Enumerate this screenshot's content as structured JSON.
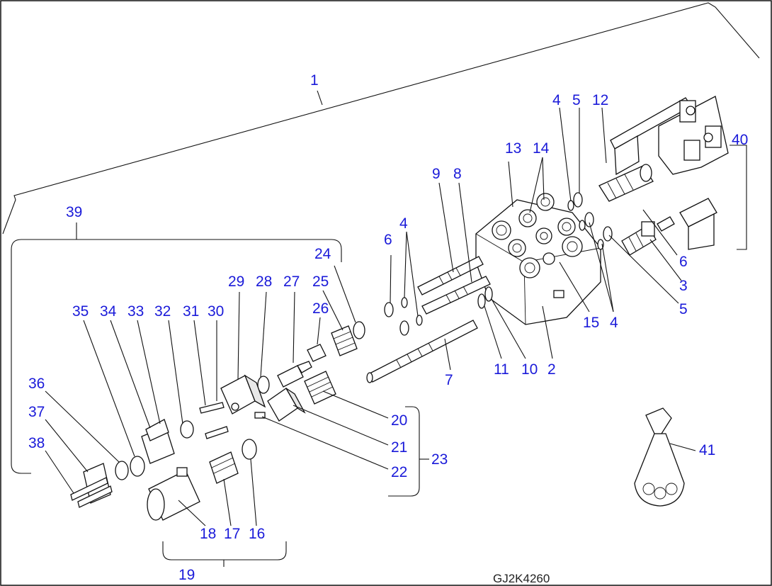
{
  "diagram": {
    "drawing_code": "GJ2K4260",
    "callouts": [
      "1",
      "2",
      "3",
      "4",
      "5",
      "6",
      "7",
      "8",
      "9",
      "10",
      "11",
      "12",
      "13",
      "14",
      "15",
      "16",
      "17",
      "18",
      "19",
      "20",
      "21",
      "22",
      "23",
      "24",
      "25",
      "26",
      "27",
      "28",
      "29",
      "30",
      "31",
      "32",
      "33",
      "34",
      "35",
      "36",
      "37",
      "38",
      "39",
      "40",
      "41"
    ]
  },
  "colors": {
    "callout_text": "#1a1ad9",
    "line_art": "#111111",
    "background": "#ffffff"
  }
}
